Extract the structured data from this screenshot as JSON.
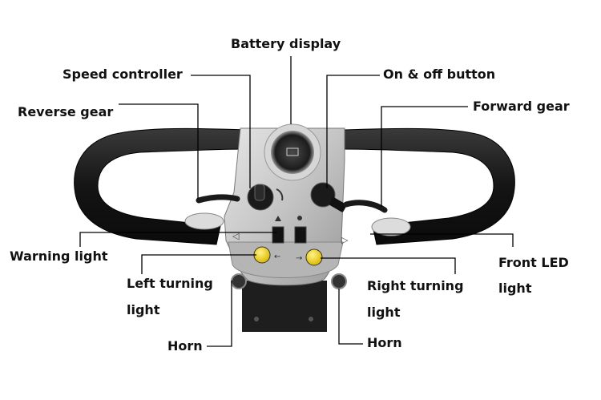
{
  "labels": {
    "battery_display": "Battery display",
    "speed_controller": "Speed controller",
    "on_off_button": "On & off button",
    "reverse_gear": "Reverse gear",
    "forward_gear": "Forward gear",
    "warning_light": "Warning light",
    "front_led_light_line1": "Front LED",
    "front_led_light_line2": "light",
    "left_turning_light_line1": "Left turning",
    "left_turning_light_line2": "light",
    "right_turning_light_line1": "Right turning",
    "right_turning_light_line2": "light",
    "horn_left": "Horn",
    "horn_right": "Horn"
  },
  "colors": {
    "leader_line": "#000000",
    "grip": "#1a1a1a",
    "console_panel": "#c9c9c9",
    "turn_button": "#f2d21a"
  }
}
